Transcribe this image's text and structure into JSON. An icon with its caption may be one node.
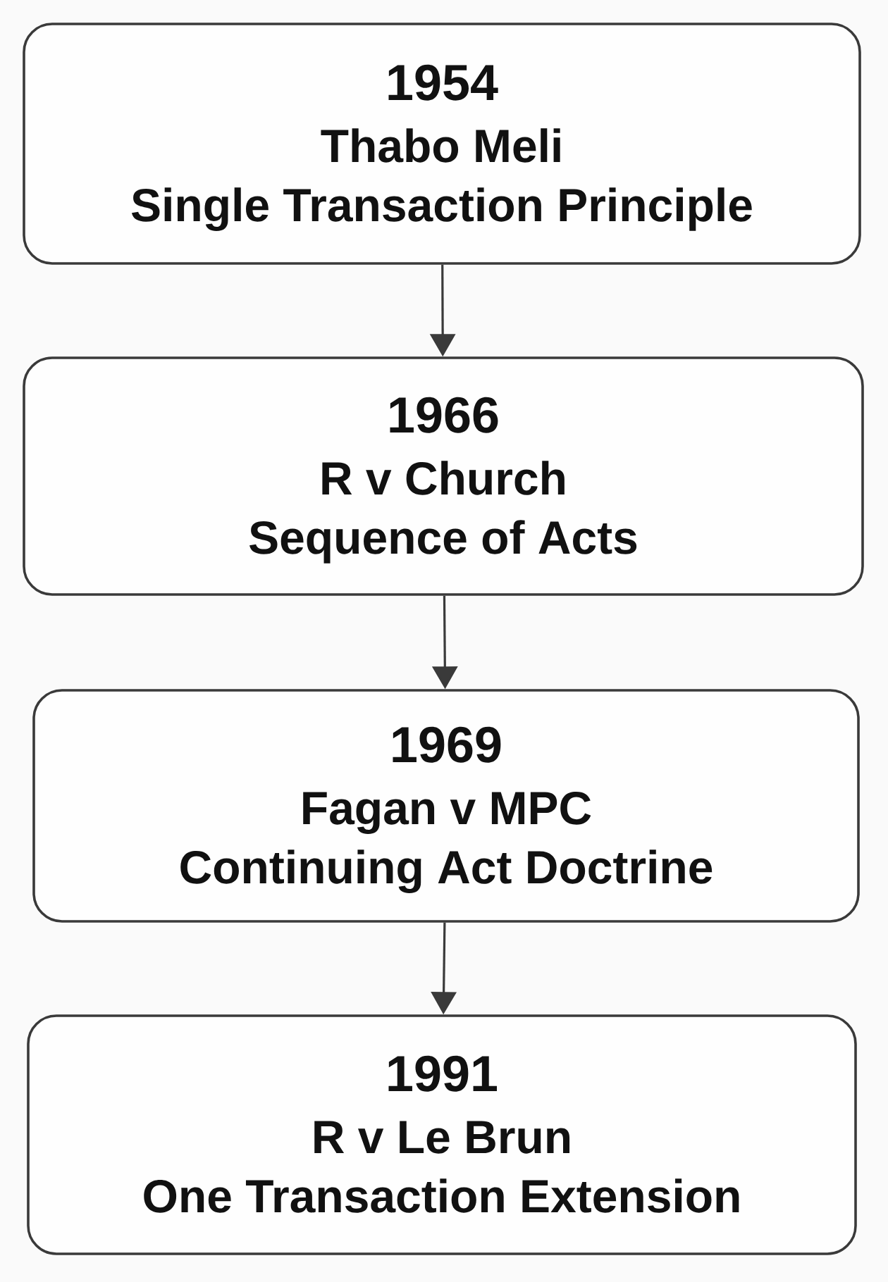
{
  "diagram": {
    "nodes": [
      {
        "text": [
          "1954",
          "Thabo Meli",
          "Single Transaction Principle"
        ]
      },
      {
        "text": [
          "1966",
          "R v Church",
          "Sequence of Acts"
        ]
      },
      {
        "text": [
          "1969",
          "Fagan v MPC",
          "Continuing Act Doctrine"
        ]
      },
      {
        "text": [
          "1991",
          "R v Le Brun",
          "One Transaction Extension"
        ]
      }
    ],
    "edges": [
      {
        "from": 0,
        "to": 1,
        "arrow": "to"
      },
      {
        "from": 1,
        "to": 2,
        "arrow": "to"
      },
      {
        "from": 2,
        "to": 3,
        "arrow": "to"
      }
    ]
  }
}
